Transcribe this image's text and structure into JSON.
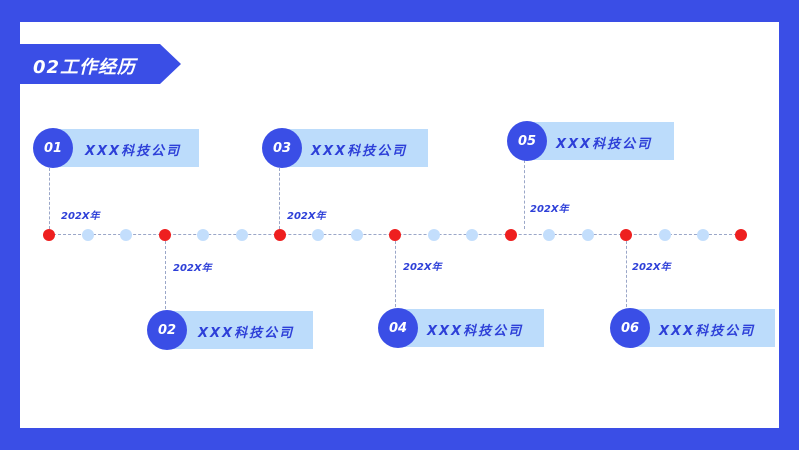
{
  "title": "02工作经历",
  "entries": [
    {
      "num": "01",
      "company": "XXX科技公司",
      "year": "202X年"
    },
    {
      "num": "02",
      "company": "XXX科技公司",
      "year": "202X年"
    },
    {
      "num": "03",
      "company": "XXX科技公司",
      "year": "202X年"
    },
    {
      "num": "04",
      "company": "XXX科技公司",
      "year": "202X年"
    },
    {
      "num": "05",
      "company": "XXX科技公司",
      "year": "202X年"
    },
    {
      "num": "06",
      "company": "XXX科技公司",
      "year": "202X年"
    }
  ],
  "colors": {
    "primary": "#3a4ee6",
    "light_box": "#bcdcfb",
    "milestone_dot": "#ee1f1f",
    "minor_dot": "#c3defc"
  }
}
